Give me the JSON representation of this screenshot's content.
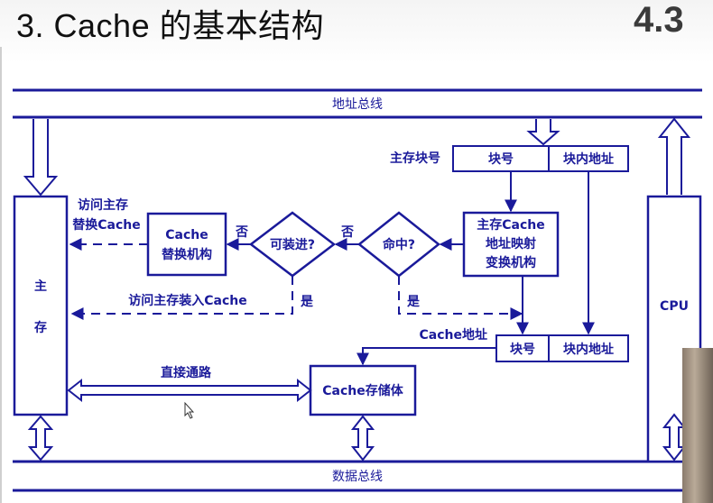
{
  "title": "3. Cache 的基本结构",
  "section_number": "4.3",
  "diagram": {
    "address_bus": "地址总线",
    "data_bus": "数据总线",
    "main_memory_line1": "主",
    "main_memory_line2": "存",
    "cpu": "CPU",
    "main_block_no_label": "主存块号",
    "block_no": "块号",
    "block_offset": "块内地址",
    "mapping_line1": "主存Cache",
    "mapping_line2": "地址映射",
    "mapping_line3": "变换机构",
    "hit": "命中?",
    "can_load": "可装进?",
    "replace_line1": "Cache",
    "replace_line2": "替换机构",
    "no_label_1": "否",
    "no_label_2": "否",
    "yes_label_1": "是",
    "yes_label_2": "是",
    "access_replace_line1": "访问主存",
    "access_replace_line2": "替换Cache",
    "access_load": "访问主存装入Cache",
    "cache_address_label": "Cache地址",
    "cache_block_no": "块号",
    "cache_block_offset": "块内地址",
    "direct_path": "直接通路",
    "cache_storage": "Cache存储体"
  },
  "colors": {
    "diagram_blue": "#1a1a9a",
    "background": "#ffffff"
  }
}
